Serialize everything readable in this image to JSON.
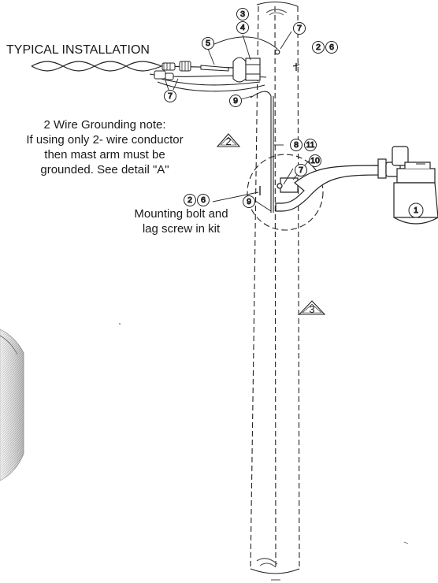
{
  "title": "TYPICAL INSTALLATION",
  "grounding_note": {
    "line1": "2 Wire Grounding note:",
    "line2": "If using only 2- wire conductor",
    "line3": "then mast arm must be",
    "line4": "grounded. See detail \"A\""
  },
  "mounting_note": {
    "line1": "Mounting bolt and",
    "line2": "lag screw in kit"
  },
  "callouts": [
    "1",
    "2",
    "3",
    "4",
    "5",
    "6",
    "7",
    "8",
    "9",
    "10",
    "11"
  ],
  "triangle_notes": [
    "2",
    "3"
  ]
}
